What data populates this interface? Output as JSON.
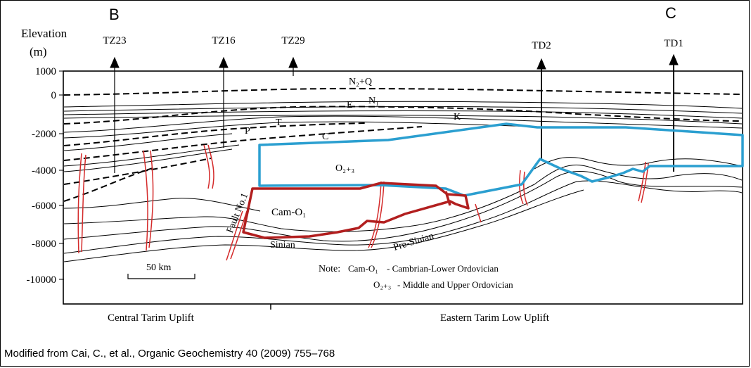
{
  "section": {
    "endpoints": {
      "left": "B",
      "right": "C"
    },
    "axis": {
      "label_line1": "Elevation",
      "label_line2": "(m)",
      "ticks": [
        "1000",
        "0",
        "-2000",
        "-4000",
        "-6000",
        "-8000",
        "-10000"
      ]
    },
    "wells": [
      "TZ23",
      "TZ16",
      "TZ29",
      "TD2",
      "TD1"
    ],
    "strata": [
      "N₂+Q",
      "N₁",
      "E",
      "K",
      "T",
      "P",
      "C",
      "O₂₊₃",
      "Cam-O₁",
      "Sinian",
      "Pre-Sinian"
    ],
    "fault_label": "Fault No.1",
    "scale_bar": "50 km",
    "note": {
      "title": "Note:",
      "line1_code": "Cam-O₁",
      "line1_text": "- Cambrian-Lower Ordovician",
      "line2_code": "O₂₊₃",
      "line2_text": "- Middle and Upper Ordovician"
    },
    "regions": [
      "Central Tarim Uplift",
      "Eastern Tarim  Low Uplift"
    ],
    "outline_colors": {
      "fault": "#d42a2a",
      "cambrian_lower_ordovician": "#b21f1f",
      "middle_upper_ordovician": "#2b9fd0"
    }
  },
  "credit": "Modified from Cai, C., et al., Organic Geochemistry 40 (2009) 755–768"
}
